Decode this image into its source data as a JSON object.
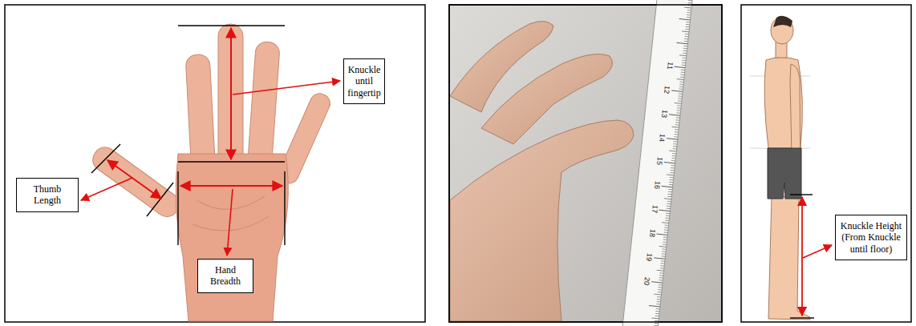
{
  "diagram": {
    "nodes": [
      {
        "text": [
          "Knuckle until fingertip"
        ]
      },
      {
        "text": [
          "Thumb Length"
        ]
      },
      {
        "text": [
          "Hand Breadth"
        ]
      },
      {
        "text": [
          "Knuckle Height (From Knuckle until floor)"
        ]
      }
    ],
    "labels": [
      "11",
      "12",
      "13",
      "14",
      "15",
      "16",
      "17",
      "18",
      "19",
      "20"
    ]
  }
}
